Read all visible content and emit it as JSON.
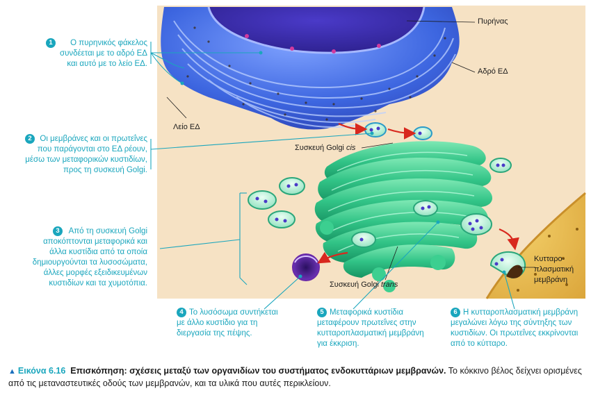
{
  "labels": {
    "nucleus": "Πυρήνας",
    "rough_er": "Αδρό ΕΔ",
    "smooth_er": "Λείο ΕΔ",
    "golgi_cis_prefix": "Συσκευή Golgi ",
    "golgi_cis_suffix": "cis",
    "golgi_trans_prefix": "Συσκευή Golgi ",
    "golgi_trans_suffix": "trans",
    "plasma_membrane": "Κυτταρο-\nπλασματική\nμεμβράνη"
  },
  "steps": [
    {
      "num": "1",
      "text": "Ο πυρηνικός φάκελος\nσυνδέεται με το αδρό ΕΔ\nκαι αυτό με το λείο ΕΔ."
    },
    {
      "num": "2",
      "text": "Οι μεμβράνες και οι πρωτεΐνες\nπου παράγονται στο ΕΔ ρέουν,\nμέσω των μεταφορικών κυστιδίων,\nπρος τη συσκευή Golgi."
    },
    {
      "num": "3",
      "text": "Από τη συσκευή Golgi\nαποκόπτονται μεταφορικά και\nάλλα κυστίδια από τα οποία\nδημιουργούνται τα λυσοσώματα,\nάλλες μορφές εξειδικευμένων\nκυστιδίων και τα χυμοτόπια."
    },
    {
      "num": "4",
      "text": "Το λυσόσωμα συντήκεται\nμε άλλο κυστίδιο για τη\nδιεργασία της πέψης."
    },
    {
      "num": "5",
      "text": "Μεταφορικά κυστίδια\nμεταφέρουν πρωτεΐνες στην\nκυτταροπλασματική  μεμβράνη\nγια έκκριση."
    },
    {
      "num": "6",
      "text": "Η κυτταροπλασματική μεμβράνη\nμεγαλώνει λόγω της σύντηξης των\nκυστιδίων. Οι πρωτεΐνες εκκρίνονται\nαπό το κύτταρο."
    }
  ],
  "caption": {
    "figure": "Εικόνα 6.16",
    "bold": "Επισκόπηση: σχέσεις μεταξύ των οργανιδίων του συστήματος ενδοκυττάριων μεμβρανών.",
    "rest": " Το κόκκινο βέλος δείχνει ορισμένες από τις μεταναστευτικές οδούς των μεμβρανών, και τα υλικά που αυτές περικλείουν."
  },
  "colors": {
    "accent": "#1aa6bd",
    "cytoplasm": "#f6e2c4",
    "er": "#3f6fe0",
    "golgi": "#2fbf86",
    "arrow": "#d8281e",
    "lysosome": "#6a2aa8"
  }
}
